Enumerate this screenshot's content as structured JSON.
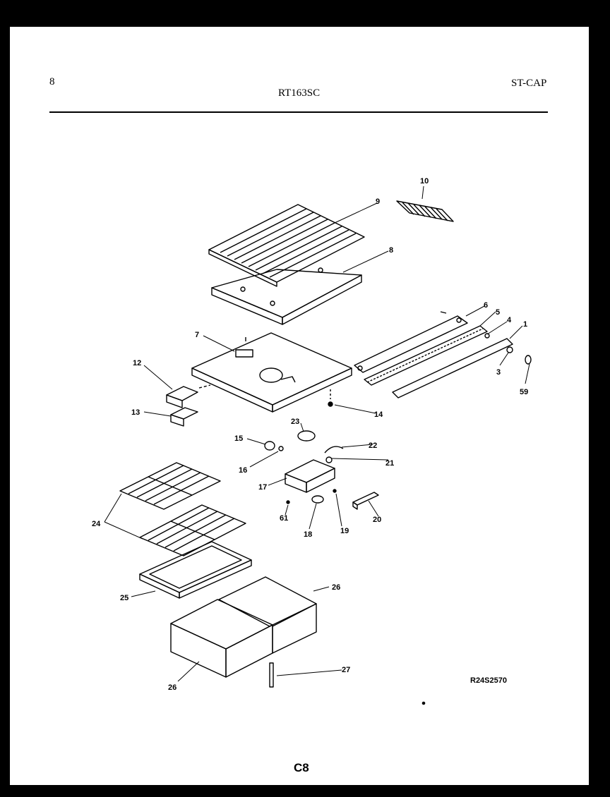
{
  "header": {
    "page_number": "8",
    "model": "RT163SC",
    "section": "ST-CAP"
  },
  "diagram": {
    "reference_code": "R24S2570",
    "page_code": "C8",
    "callouts": [
      "1",
      "3",
      "4",
      "5",
      "6",
      "7",
      "8",
      "9",
      "10",
      "12",
      "13",
      "14",
      "15",
      "16",
      "17",
      "18",
      "19",
      "20",
      "21",
      "22",
      "23",
      "24",
      "25",
      "26",
      "26",
      "27",
      "59",
      "61"
    ]
  }
}
